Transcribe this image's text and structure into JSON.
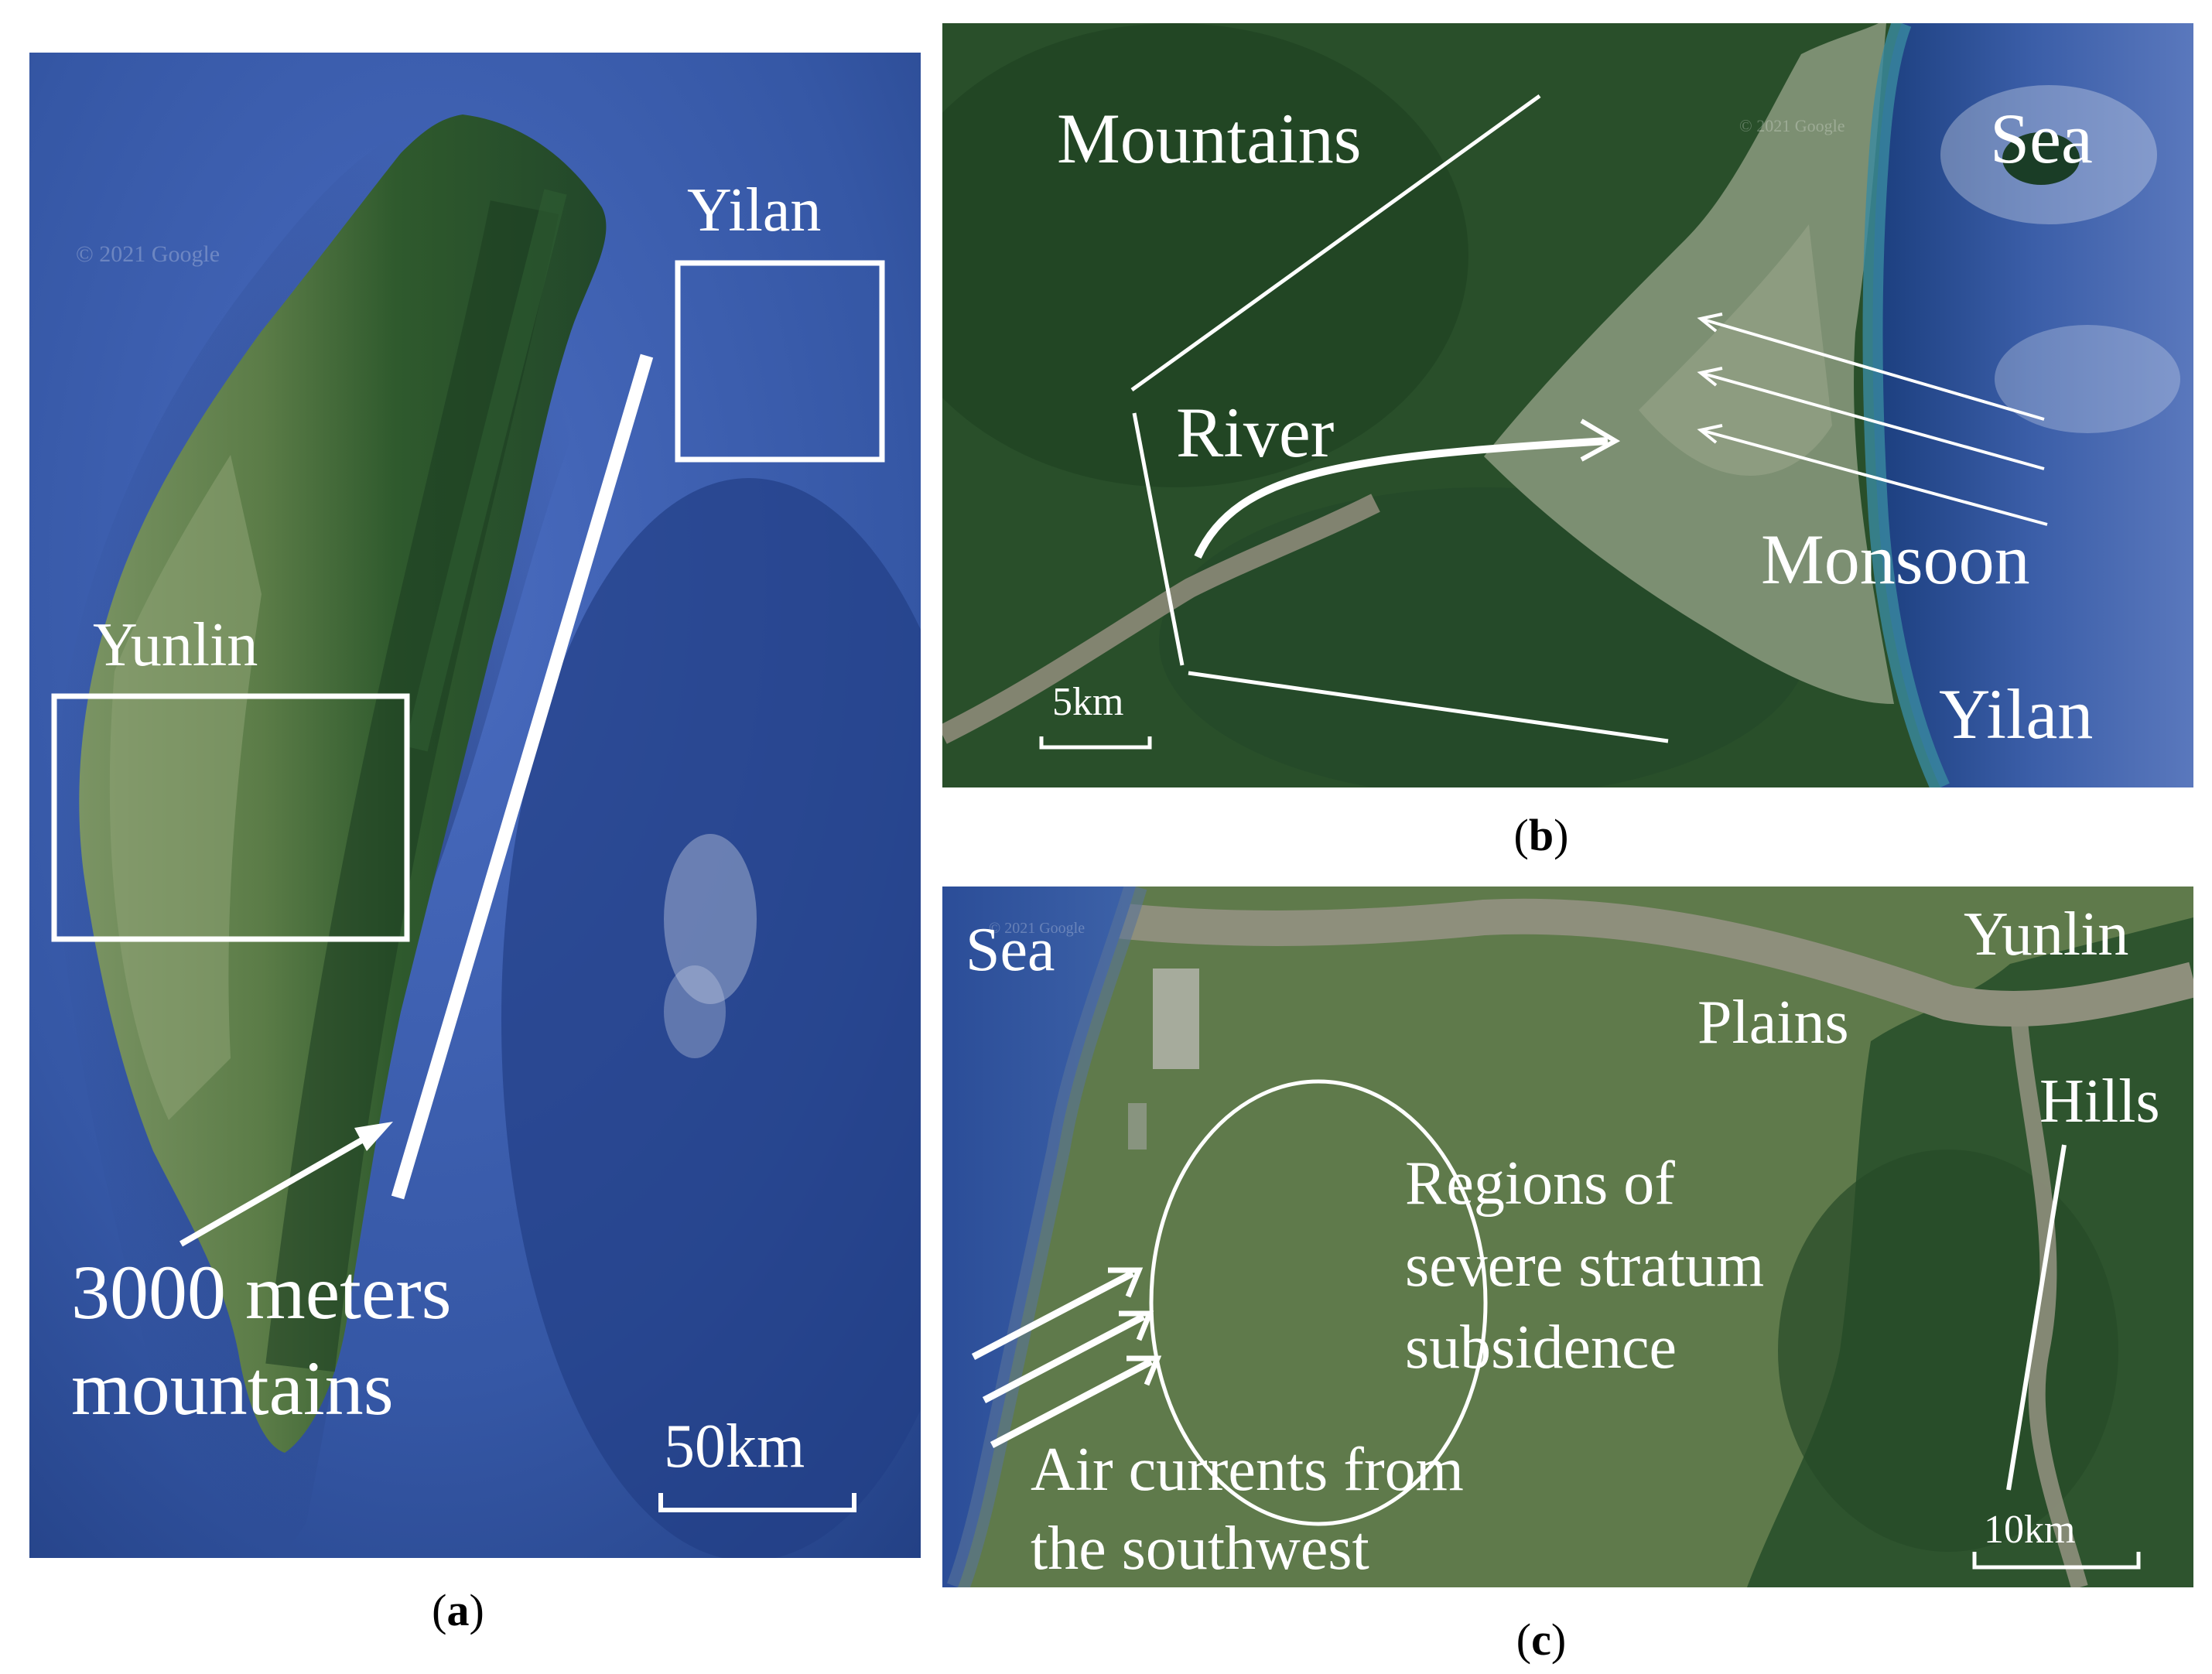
{
  "panels": {
    "a": {
      "caption_letter": "a",
      "labels": {
        "yilan": "Yilan",
        "yunlin": "Yunlin",
        "mountains_line1": "3000 meters",
        "mountains_line2": "mountains",
        "scale": "50km"
      },
      "watermark": "© 2021 Google"
    },
    "b": {
      "caption_letter": "b",
      "labels": {
        "mountains": "Mountains",
        "sea": "Sea",
        "river": "River",
        "monsoon": "Monsoon",
        "yilan": "Yilan",
        "scale": "5km"
      },
      "watermark": "© 2021 Google"
    },
    "c": {
      "caption_letter": "c",
      "labels": {
        "sea": "Sea",
        "yunlin": "Yunlin",
        "plains": "Plains",
        "hills": "Hills",
        "regions_line1": "Regions of",
        "regions_line2": "severe stratum",
        "regions_line3": "subsidence",
        "air_line1": "Air currents from",
        "air_line2": "the southwest",
        "scale": "10km"
      },
      "watermark": "© 2021 Google"
    }
  },
  "colors": {
    "sea_deep": "#2a4a8f",
    "sea_light": "#4466b0",
    "land_forest": "#2e5a2c",
    "land_plain": "#6c8a55",
    "annotation": "#ffffff"
  }
}
